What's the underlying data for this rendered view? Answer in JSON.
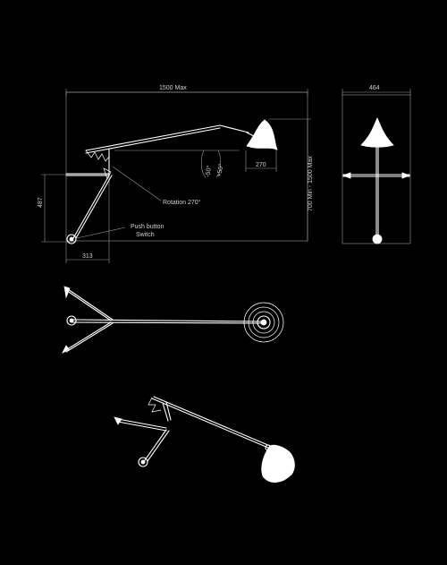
{
  "labels": {
    "width_max": "1500 Max",
    "shade_width": "270",
    "height_range": "700 Min - 1500 Max",
    "wall_height": "487",
    "base_offset": "313",
    "rotation": "Rotation 270°",
    "tilt_up": "+50°",
    "tilt_down": "-50°",
    "push_button": "Push button",
    "switch": "Switch",
    "front_width": "464"
  },
  "colors": {
    "background": "#000000",
    "line": "#ffffff",
    "dimension": "#9a9a9a"
  }
}
